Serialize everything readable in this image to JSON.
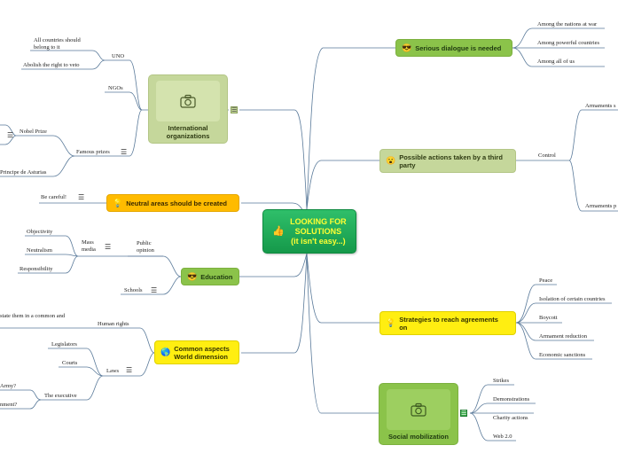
{
  "central": {
    "line1": "LOOKING FOR",
    "line2": "SOLUTIONS",
    "line3": "(it isn't easy...)",
    "icon": "thumbs-up-icon"
  },
  "topics": {
    "serious": {
      "label": "Serious dialogue is needed",
      "icon": "cool-face-icon"
    },
    "third_party": {
      "label_line1": "Possible actions taken by a third",
      "label_line2": "party",
      "icon": "shocked-face-icon"
    },
    "strategies": {
      "label_line1": "Strategies to reach agreements",
      "label_line2": "on",
      "icon": "idea-icon"
    },
    "social": {
      "label": "Social mobilization",
      "icon": "camera-icon"
    },
    "intl": {
      "label_line1": "International",
      "label_line2": "organizations",
      "icon": "camera-icon"
    },
    "neutral": {
      "label": "Neutral areas should be created",
      "icon": "idea-icon"
    },
    "education": {
      "label": "Education",
      "icon": "cool-face-icon"
    },
    "common": {
      "label_line1": "Common aspects",
      "label_line2": "World dimension",
      "icon": "globe-icon"
    }
  },
  "leaves": {
    "among_war": "Among the nations at war",
    "among_powerful": "Among  powerful countries",
    "among_all": "Among all of us",
    "control": "Control",
    "armaments_1": "Armaments s",
    "armaments_2": "Armaments p",
    "peace": "Peace",
    "isolation": "Isolation of certain countries",
    "boycott": "Boycott",
    "armament_reduction": "Armament reduction",
    "economic_sanctions": "Economic sanctions",
    "strikes": "Strikes",
    "demonstrations": "Demonstrations",
    "charity": "Charity actions",
    "web20": "Web 2.0",
    "uno": "UNO",
    "all_countries_1": "All countries should",
    "all_countries_2": "belong to it",
    "abolish_veto": "Abolish the right to veto",
    "ngos": "NGOs",
    "famous_prizes": "Famous prizes",
    "nobel": "Nobel Prize",
    "asturias": "Principe de Asturias",
    "be_careful": "Be careful!",
    "objectivity": "Objectivity",
    "neutralism": "Neutralism",
    "responsibility": "Responsibility",
    "mass_media_1": "Mass",
    "mass_media_2": "media",
    "public_opinion_1": "Public",
    "public_opinion_2": "opinion",
    "schools": "Schools",
    "human_rights": "Human rights",
    "state_common": "state them in a common and",
    "laws": "Laws",
    "legislators": "Legislators",
    "courts": "Courts",
    "executive": "The executive",
    "army": "Army?",
    "government": "nment?"
  }
}
